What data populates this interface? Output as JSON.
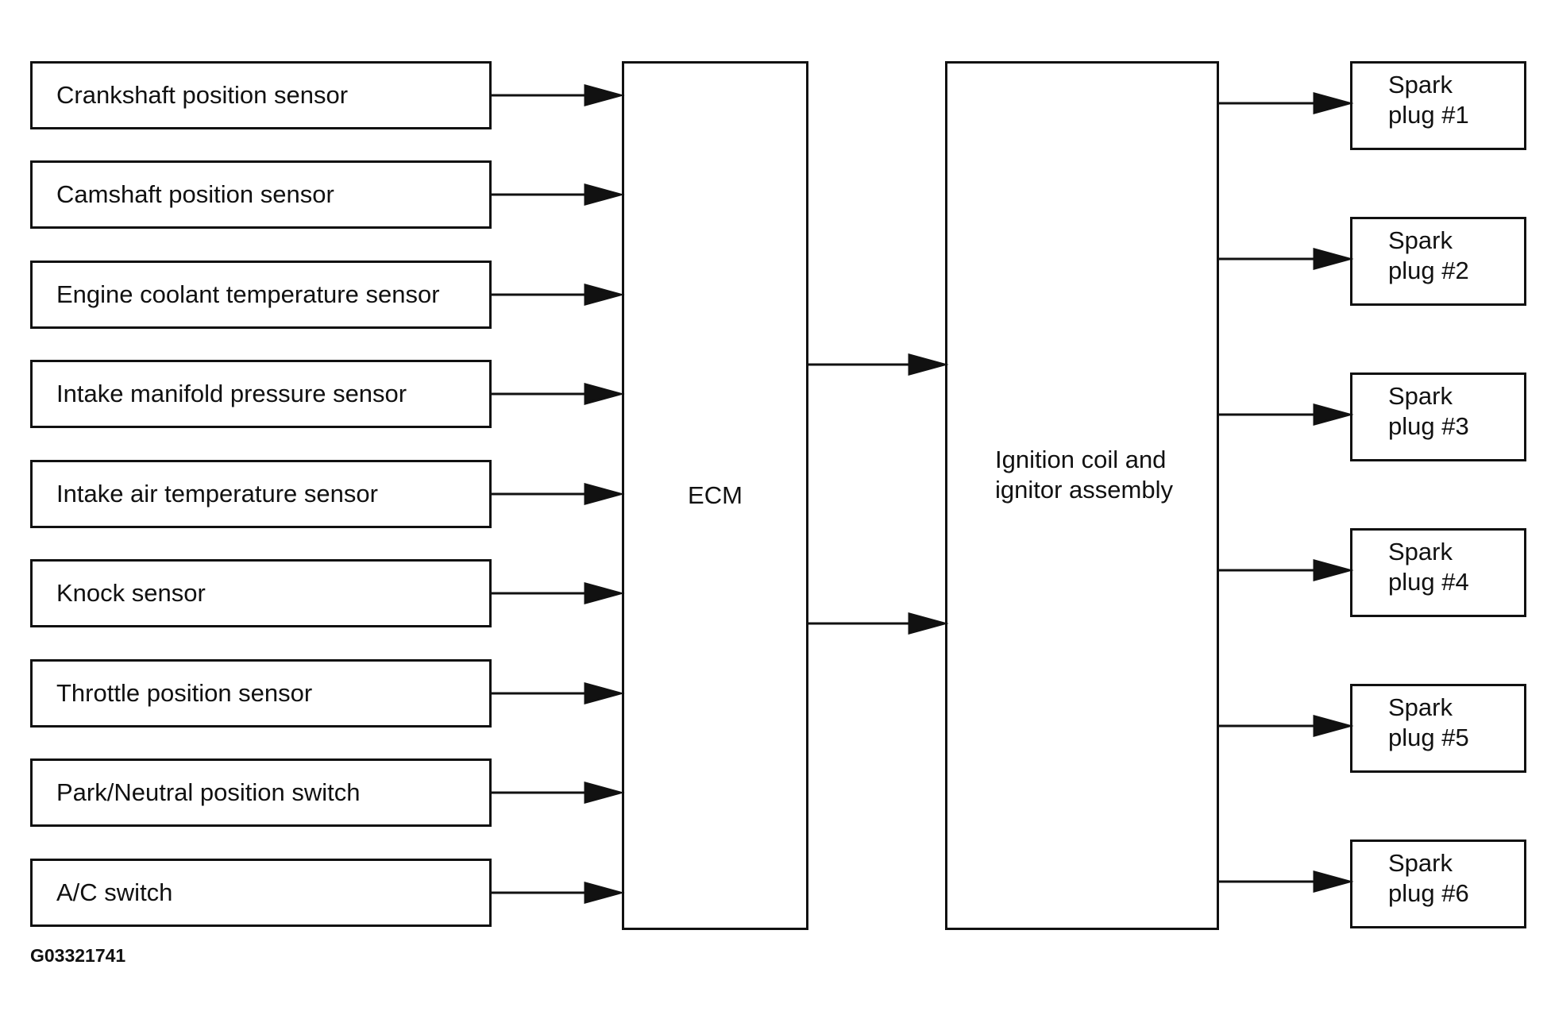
{
  "sensors": [
    "Crankshaft position sensor",
    "Camshaft position sensor",
    "Engine coolant temperature sensor",
    "Intake manifold pressure sensor",
    "Intake air temperature sensor",
    "Knock sensor",
    "Throttle position sensor",
    "Park/Neutral position switch",
    "A/C switch"
  ],
  "ecm": {
    "label": "ECM"
  },
  "ignition": {
    "line1": "Ignition coil and",
    "line2": "ignitor assembly"
  },
  "spark_plugs": [
    {
      "line1": "Spark",
      "line2": "plug #1"
    },
    {
      "line1": "Spark",
      "line2": "plug #2"
    },
    {
      "line1": "Spark",
      "line2": "plug #3"
    },
    {
      "line1": "Spark",
      "line2": "plug #4"
    },
    {
      "line1": "Spark",
      "line2": "plug #5"
    },
    {
      "line1": "Spark",
      "line2": "plug #6"
    }
  ],
  "figure_code": "G03321741"
}
